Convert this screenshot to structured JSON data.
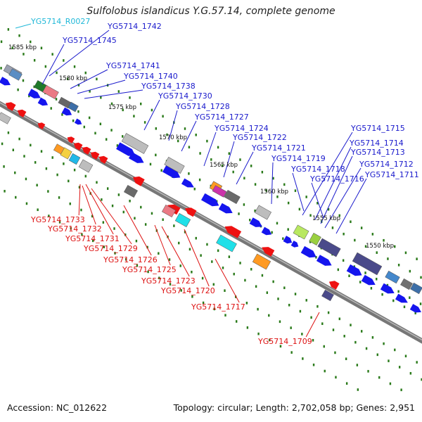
{
  "title": "Sulfolobus islandicus Y.G.57.14, complete genome",
  "footer": {
    "accession": "Accession: NC_012622",
    "summary": "Topology: circular; Length: 2,702,058 bp; Genes: 2,951"
  },
  "colors": {
    "forward_label": "#1a1acc",
    "reverse_label": "#dd1111",
    "rna_label": "#20b8d8",
    "backbone": "#777777",
    "dots": "#2a7a1a"
  },
  "kbp_labels": [
    {
      "text": "1585 kbp",
      "kbp": 1585
    },
    {
      "text": "1580 kbp",
      "kbp": 1580
    },
    {
      "text": "1575 kbp",
      "kbp": 1575
    },
    {
      "text": "1570 kbp",
      "kbp": 1570
    },
    {
      "text": "1565 kbp",
      "kbp": 1565
    },
    {
      "text": "1560 kbp",
      "kbp": 1560
    },
    {
      "text": "1555 kbp",
      "kbp": 1555
    },
    {
      "text": "1550 kbp",
      "kbp": 1550
    }
  ],
  "forward_genes": [
    "YG5714_1742",
    "YG5714_1745",
    "YG5714_1741",
    "YG5714_1740",
    "YG5714_1738",
    "YG5714_1730",
    "YG5714_1728",
    "YG5714_1727",
    "YG5714_1724",
    "YG5714_1722",
    "YG5714_1721",
    "YG5714_1719",
    "YG5714_1718",
    "YG5714_1716",
    "YG5714_1715",
    "YG5714_1714",
    "YG5714_1713",
    "YG5714_1712",
    "YG5714_1711"
  ],
  "reverse_genes": [
    "YG5714_1733",
    "YG5714_1732",
    "YG5714_1731",
    "YG5714_1729",
    "YG5714_1726",
    "YG5714_1725",
    "YG5714_1723",
    "YG5714_1720",
    "YG5714_1717",
    "YG5714_1709"
  ],
  "rna_genes": [
    "YG5714_R0027"
  ]
}
